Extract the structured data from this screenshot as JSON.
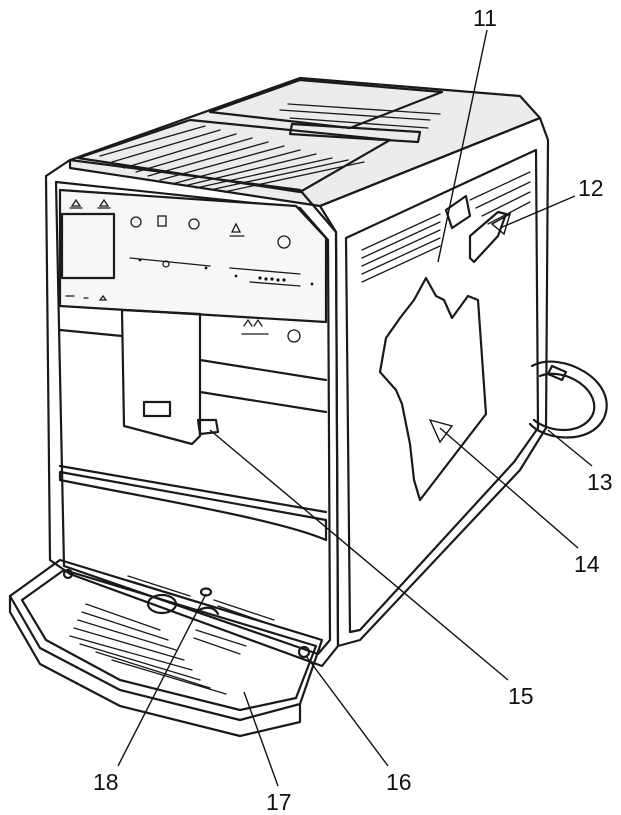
{
  "callouts": [
    {
      "id": "11",
      "label": "11"
    },
    {
      "id": "12",
      "label": "12"
    },
    {
      "id": "13",
      "label": "13"
    },
    {
      "id": "14",
      "label": "14"
    },
    {
      "id": "15",
      "label": "15"
    },
    {
      "id": "16",
      "label": "16"
    },
    {
      "id": "17",
      "label": "17"
    },
    {
      "id": "18",
      "label": "18"
    }
  ],
  "colors": {
    "stroke": "#1a1a1a",
    "background": "#ffffff",
    "panel": "#f7f7f7"
  },
  "icons": [
    "coffee-cup-icon",
    "espresso-icon",
    "latte-icon",
    "milk-icon",
    "hot-water-icon"
  ]
}
